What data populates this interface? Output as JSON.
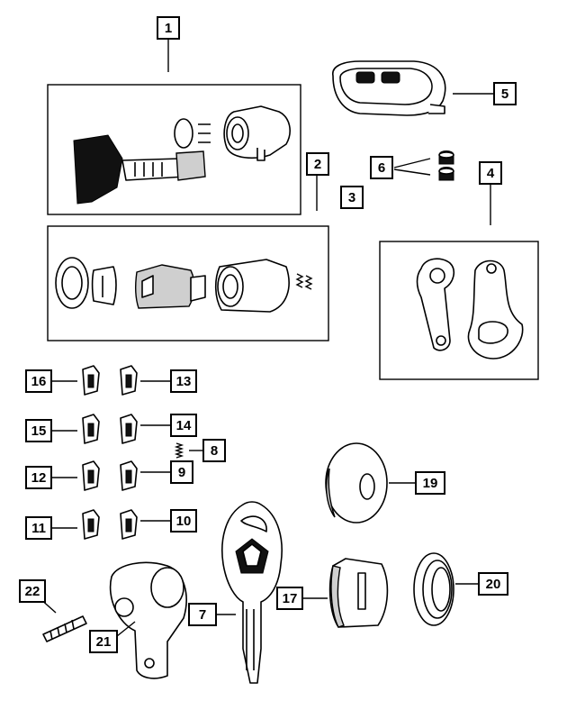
{
  "callouts": {
    "c1": "1",
    "c2": "2",
    "c3": "3",
    "c4": "4",
    "c5": "5",
    "c6": "6",
    "c7": "7",
    "c8": "8",
    "c9": "9",
    "c10": "10",
    "c11": "11",
    "c12": "12",
    "c13": "13",
    "c14": "14",
    "c15": "15",
    "c16": "16",
    "c17": "17",
    "c19": "19",
    "c20": "20",
    "c21": "21",
    "c22": "22"
  }
}
